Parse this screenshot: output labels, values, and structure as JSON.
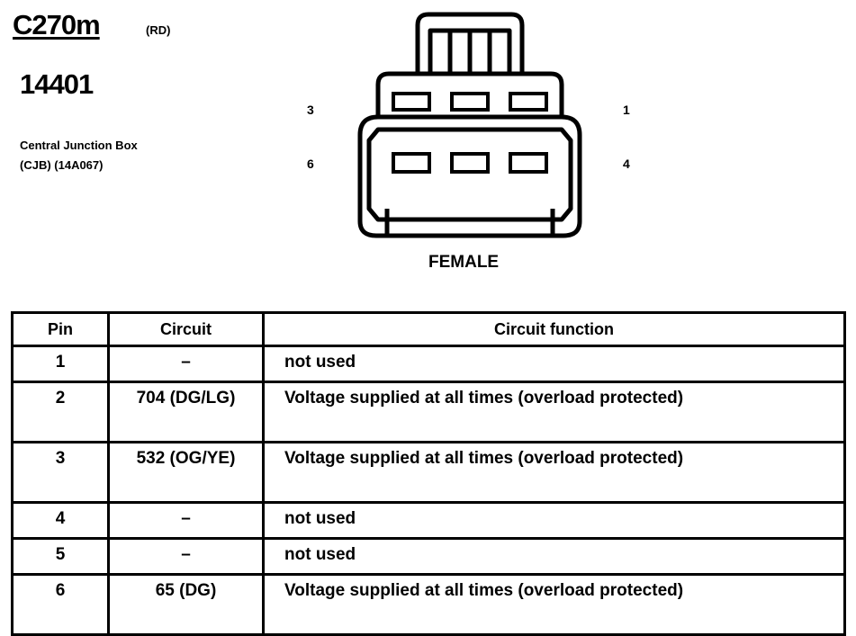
{
  "header": {
    "connector_id": "C270m",
    "color_code": "(RD)",
    "base_part": "14401",
    "description_line1": "Central Junction Box",
    "description_line2": "(CJB) (14A067)"
  },
  "diagram": {
    "pin_labels": {
      "top_left": "3",
      "bottom_left": "6",
      "top_right": "1",
      "bottom_right": "4"
    },
    "gender": "FEMALE"
  },
  "table": {
    "headers": [
      "Pin",
      "Circuit",
      "Circuit function"
    ],
    "rows": [
      {
        "pin": "1",
        "circuit": "–",
        "function": "not used"
      },
      {
        "pin": "2",
        "circuit": "704 (DG/LG)",
        "function": "Voltage supplied at all times (overload protected)"
      },
      {
        "pin": "3",
        "circuit": "532 (OG/YE)",
        "function": "Voltage supplied at all times (overload protected)"
      },
      {
        "pin": "4",
        "circuit": "–",
        "function": "not used"
      },
      {
        "pin": "5",
        "circuit": "–",
        "function": "not used"
      },
      {
        "pin": "6",
        "circuit": "65 (DG)",
        "function": "Voltage supplied at all times (overload protected)"
      }
    ]
  }
}
